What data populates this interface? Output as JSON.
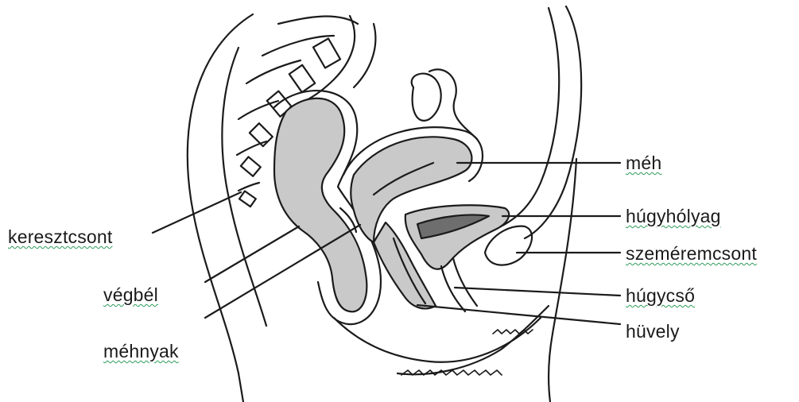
{
  "labels": {
    "keresztcsont": "keresztcsont",
    "vegbel": "végbél",
    "mehnyak": "méhnyak",
    "meh": "méh",
    "hugyholyag": "húgyhólyag",
    "szeremcsont": "szeméremcsont",
    "hugycso": "húgycső",
    "huvely": "hüvely"
  },
  "colors": {
    "organ_fill": "#c9c9c9",
    "bladder_dark": "#6e6e6e",
    "outline": "#1b1b1b",
    "background": "#ffffff",
    "spellcheck_underline": "#2f9c5a"
  }
}
